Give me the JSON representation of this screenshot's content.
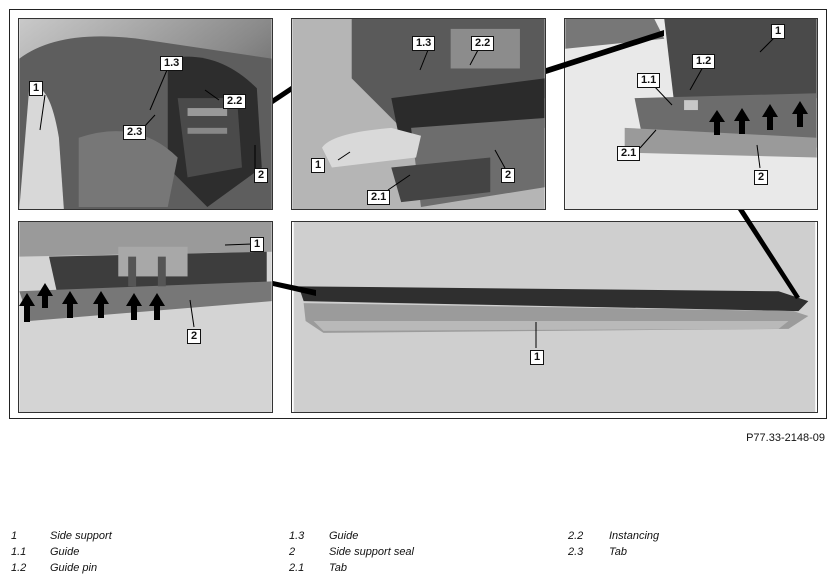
{
  "figure": {
    "reference_code": "P77.33-2148-09",
    "panels": [
      {
        "id": "p1",
        "callouts": [
          "1",
          "1.3",
          "2.2",
          "2.3",
          "2"
        ]
      },
      {
        "id": "p2",
        "callouts": [
          "1.3",
          "2.2",
          "1",
          "2",
          "2.1"
        ]
      },
      {
        "id": "p3",
        "callouts": [
          "1",
          "1.2",
          "1.1",
          "2.1",
          "2"
        ]
      },
      {
        "id": "p4",
        "callouts": [
          "1",
          "2"
        ]
      },
      {
        "id": "p5",
        "callouts": [
          "1"
        ]
      }
    ]
  },
  "legend": [
    {
      "num": "1",
      "text": "Side support"
    },
    {
      "num": "1.1",
      "text": "Guide"
    },
    {
      "num": "1.2",
      "text": "Guide pin"
    },
    {
      "num": "1.3",
      "text": "Guide"
    },
    {
      "num": "2",
      "text": "Side support seal"
    },
    {
      "num": "2.1",
      "text": "Tab"
    },
    {
      "num": "2.2",
      "text": "Instancing"
    },
    {
      "num": "2.3",
      "text": "Tab"
    }
  ]
}
